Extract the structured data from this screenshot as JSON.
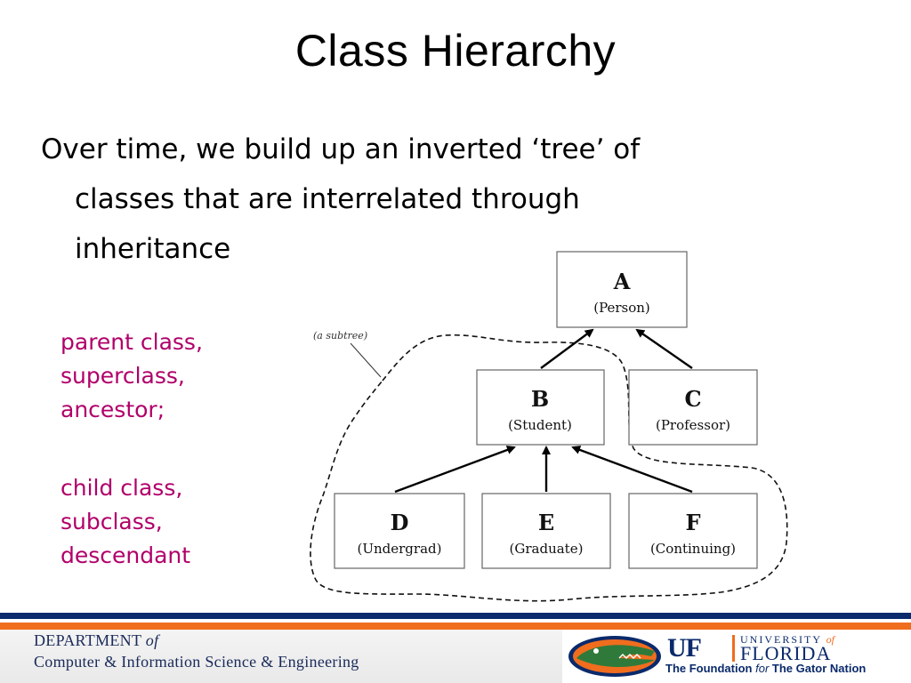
{
  "slide": {
    "title": "Class Hierarchy",
    "bullet_line1": "Over time, we build up an inverted ‘tree’ of",
    "bullet_line2": "classes that are interrelated through",
    "bullet_line3": "inheritance"
  },
  "sidebar_text": {
    "parent_terms": [
      "parent class,",
      "superclass,",
      "ancestor;"
    ],
    "child_terms": [
      "child class,",
      "subclass,",
      "descendant"
    ],
    "color": "#b0006a"
  },
  "diagram": {
    "subtree_label": "(a subtree)",
    "nodes": [
      {
        "letter": "A",
        "name": "(Person)"
      },
      {
        "letter": "B",
        "name": "(Student)"
      },
      {
        "letter": "C",
        "name": "(Professor)"
      },
      {
        "letter": "D",
        "name": "(Undergrad)"
      },
      {
        "letter": "E",
        "name": "(Graduate)"
      },
      {
        "letter": "F",
        "name": "(Continuing)"
      }
    ],
    "edges": [
      [
        "B",
        "A"
      ],
      [
        "C",
        "A"
      ],
      [
        "D",
        "B"
      ],
      [
        "E",
        "B"
      ],
      [
        "F",
        "B"
      ]
    ]
  },
  "footer": {
    "dept_line1_a": "DEPARTMENT",
    "dept_line1_of": "of",
    "dept_line2": "Computer & Information Science & Engineering",
    "uf_logo": "UF",
    "university_word": "UNIVERSITY",
    "university_of": "of",
    "florida_word": "FLORIDA",
    "tagline_a": "The Foundation",
    "tagline_for": "for",
    "tagline_b": "The Gator Nation",
    "colors": {
      "navy": "#0a2a6b",
      "orange": "#f06d1e",
      "gator_green": "#2f7a3a"
    }
  }
}
